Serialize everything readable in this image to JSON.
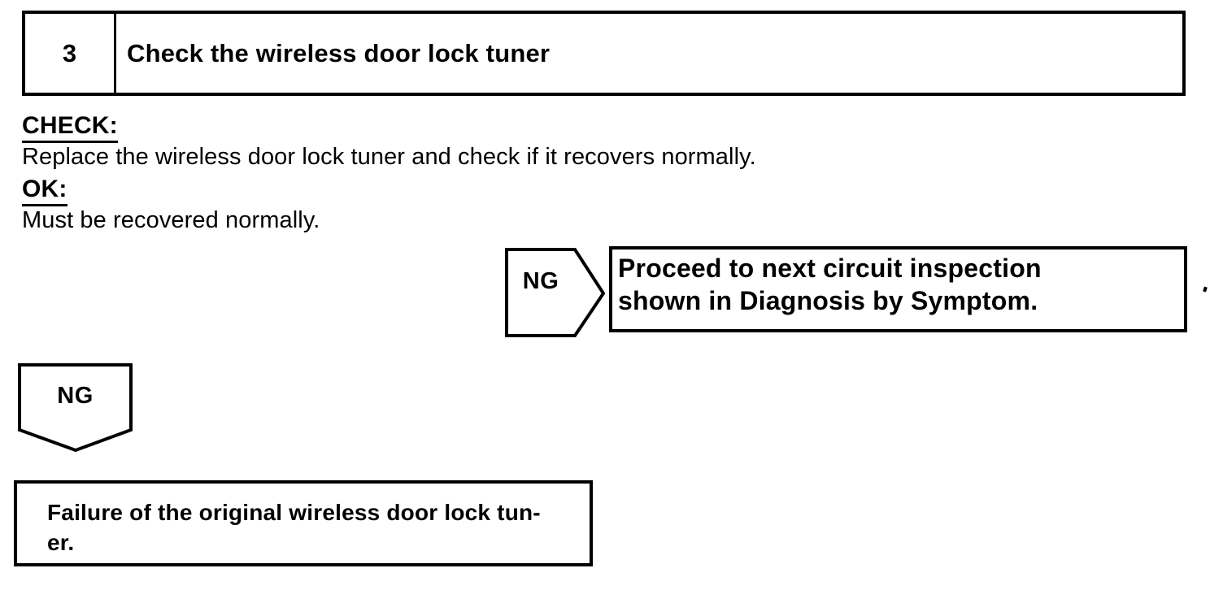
{
  "colors": {
    "ink": "#000000",
    "paper": "#ffffff"
  },
  "step_header": {
    "number": "3",
    "title": "Check the wireless door lock tuner"
  },
  "procedure": {
    "check_label": "CHECK:",
    "check_instruction": "Replace the wireless door lock tuner and check if it recovers normally.",
    "ok_label": "OK:",
    "ok_criteria": "Must be recovered normally."
  },
  "ng_branch_right": {
    "connector_label": "NG",
    "result_line1": "Proceed to next circuit inspection",
    "result_line2": "shown in Diagnosis by Symptom."
  },
  "ng_branch_down": {
    "connector_label": "NG",
    "result_line1": "Failure of the original wireless door lock tun-",
    "result_line2": "er."
  }
}
